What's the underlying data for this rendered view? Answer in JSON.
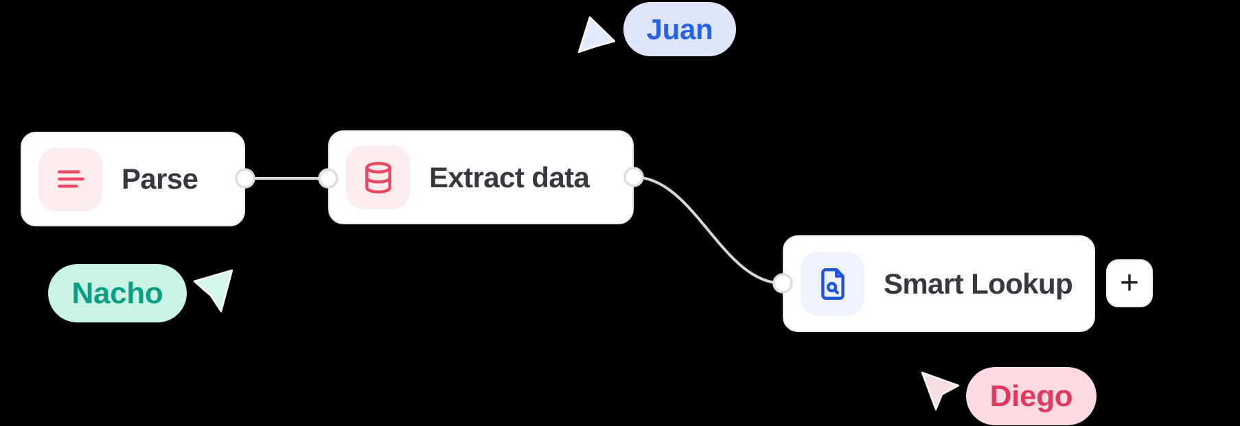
{
  "canvas": {
    "type": "collaborative-workflow-editor",
    "background": "#000000"
  },
  "nodes": [
    {
      "id": "parse",
      "label": "Parse",
      "icon": "align-left-icon",
      "icon_color": "#e8495f",
      "icon_bg": "#fdecee"
    },
    {
      "id": "extract-data",
      "label": "Extract data",
      "icon": "database-icon",
      "icon_color": "#e8495f",
      "icon_bg": "#fdecee"
    },
    {
      "id": "smart-lookup",
      "label": "Smart Lookup",
      "icon": "file-search-icon",
      "icon_color": "#1d55dd",
      "icon_bg": "#eef2fc"
    }
  ],
  "connections": [
    {
      "from": "parse",
      "to": "extract-data",
      "shape": "straight",
      "color": "#d8d8d8"
    },
    {
      "from": "extract-data",
      "to": "smart-lookup",
      "shape": "s-curve",
      "color": "#d8d8d8"
    }
  ],
  "add_button": {
    "label": "+"
  },
  "collaborators": [
    {
      "name": "Juan",
      "color": "#2563eb",
      "pill_bg": "#dee5fc",
      "cursor_fill": "#e4eafd",
      "cursor_direction": "up"
    },
    {
      "name": "Nacho",
      "color": "#0f9e85",
      "pill_bg": "#c9f4e4",
      "cursor_fill": "#d4f6e9",
      "cursor_direction": "up-right"
    },
    {
      "name": "Diego",
      "color": "#e23a5f",
      "pill_bg": "#fbdae1",
      "cursor_fill": "#f8dde3",
      "cursor_direction": "right"
    }
  ]
}
